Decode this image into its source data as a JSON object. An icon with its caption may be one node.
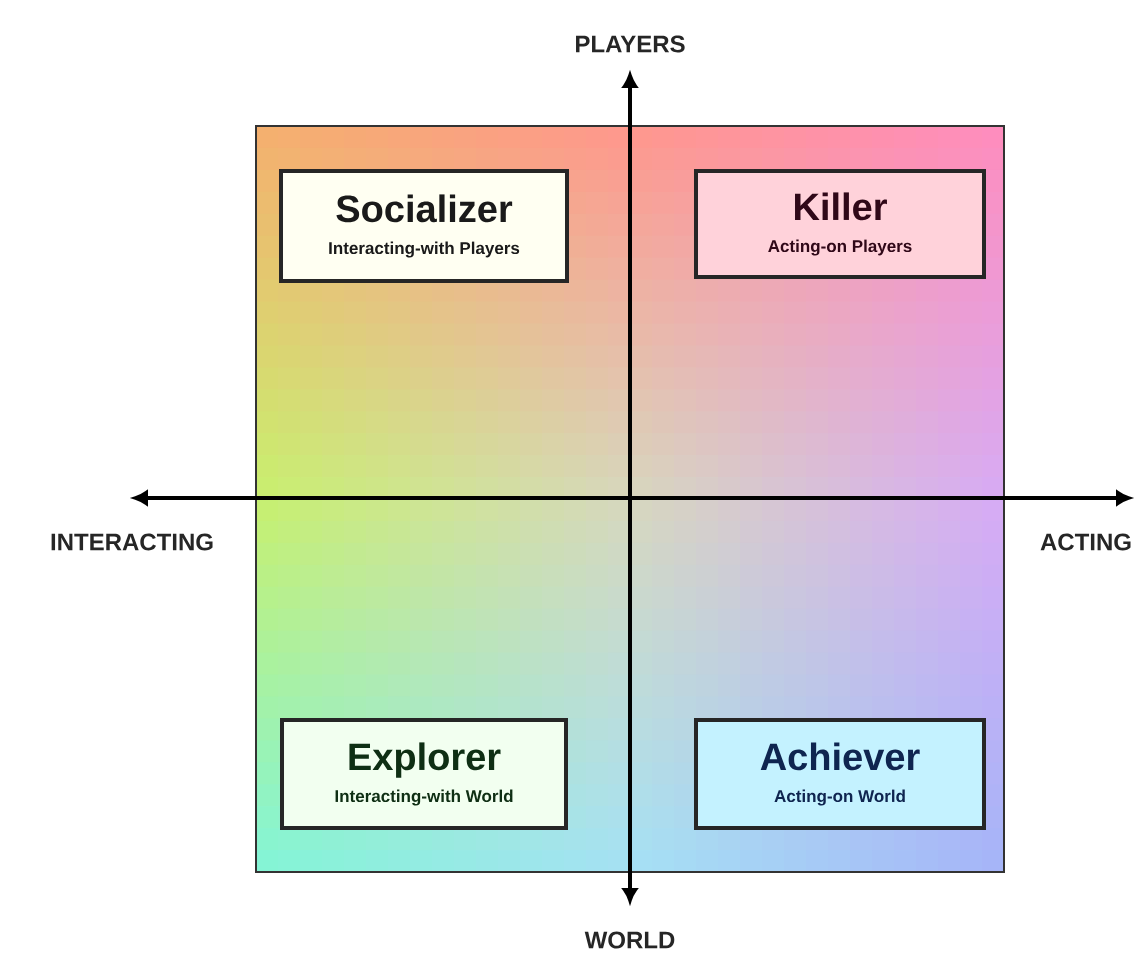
{
  "diagram": {
    "nodes": [
      {
        "text": [
          "Socializer",
          "Interacting-with Players"
        ]
      },
      {
        "text": [
          "Killer",
          "Acting-on Players"
        ]
      },
      {
        "text": [
          "Explorer",
          "Interacting-with World"
        ]
      },
      {
        "text": [
          "Achiever",
          "Acting-on World"
        ]
      }
    ],
    "labels": [
      "PLAYERS",
      "INTERACTING",
      "ACTING",
      "WORLD"
    ]
  }
}
